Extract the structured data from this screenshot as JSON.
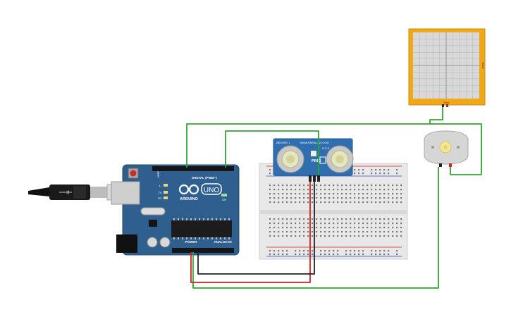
{
  "board": {
    "brand": "ARDUINO",
    "model": "UNO",
    "digital_label": "DIGITAL (PWM~)",
    "power_label": "POWER",
    "analog_label": "ANALOG IN",
    "led_l": "L",
    "led_tx": "TX",
    "led_rx": "RX",
    "on_label": "ON",
    "aref": "AREF",
    "gnd": "GND"
  },
  "sensor": {
    "website": "WWW.PARALLAX.COM",
    "model": "PING",
    "rev": "28015 REV 1",
    "pins": "G 5 S"
  },
  "oscilloscope": {
    "x_label": "Time",
    "y_label": "Value"
  },
  "colors": {
    "board": "#2f5f8f",
    "wire_green": "#2ea82e",
    "wire_red": "#d42020",
    "wire_black": "#222222",
    "scope_frame": "#f0a818",
    "breadboard": "#e8e8e8"
  }
}
